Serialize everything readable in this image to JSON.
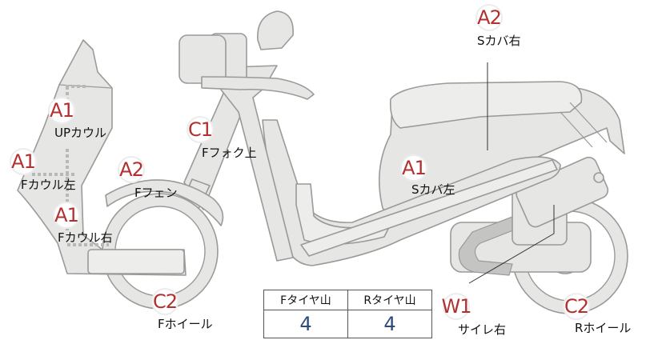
{
  "parts": [
    {
      "id": "up_cowl",
      "code": "A1",
      "label": "UPカウル"
    },
    {
      "id": "f_cowl_left",
      "code": "A1",
      "label": "Fカウル左"
    },
    {
      "id": "f_cowl_right",
      "code": "A1",
      "label": "Fカウル右"
    },
    {
      "id": "f_fender",
      "code": "A2",
      "label": "Fフェン"
    },
    {
      "id": "f_fork_upper",
      "code": "C1",
      "label": "Fフォク上"
    },
    {
      "id": "s_cover_left",
      "code": "A1",
      "label": "Sカバ左"
    },
    {
      "id": "s_cover_right",
      "code": "A2",
      "label": "Sカバ右"
    },
    {
      "id": "f_wheel",
      "code": "C2",
      "label": "Fホイール"
    },
    {
      "id": "muffler_right",
      "code": "W1",
      "label": "サイレ右"
    },
    {
      "id": "r_wheel",
      "code": "C2",
      "label": "Rホイール"
    }
  ],
  "tire_tread": {
    "front_header": "Fタイヤ山",
    "rear_header": "Rタイヤ山",
    "front_value": "4",
    "rear_value": "4"
  },
  "colors": {
    "marker_text": "#b2302e",
    "tread_value": "#2f4a7a",
    "body_fill": "#e6e6e4",
    "outline": "#9a9a98"
  }
}
